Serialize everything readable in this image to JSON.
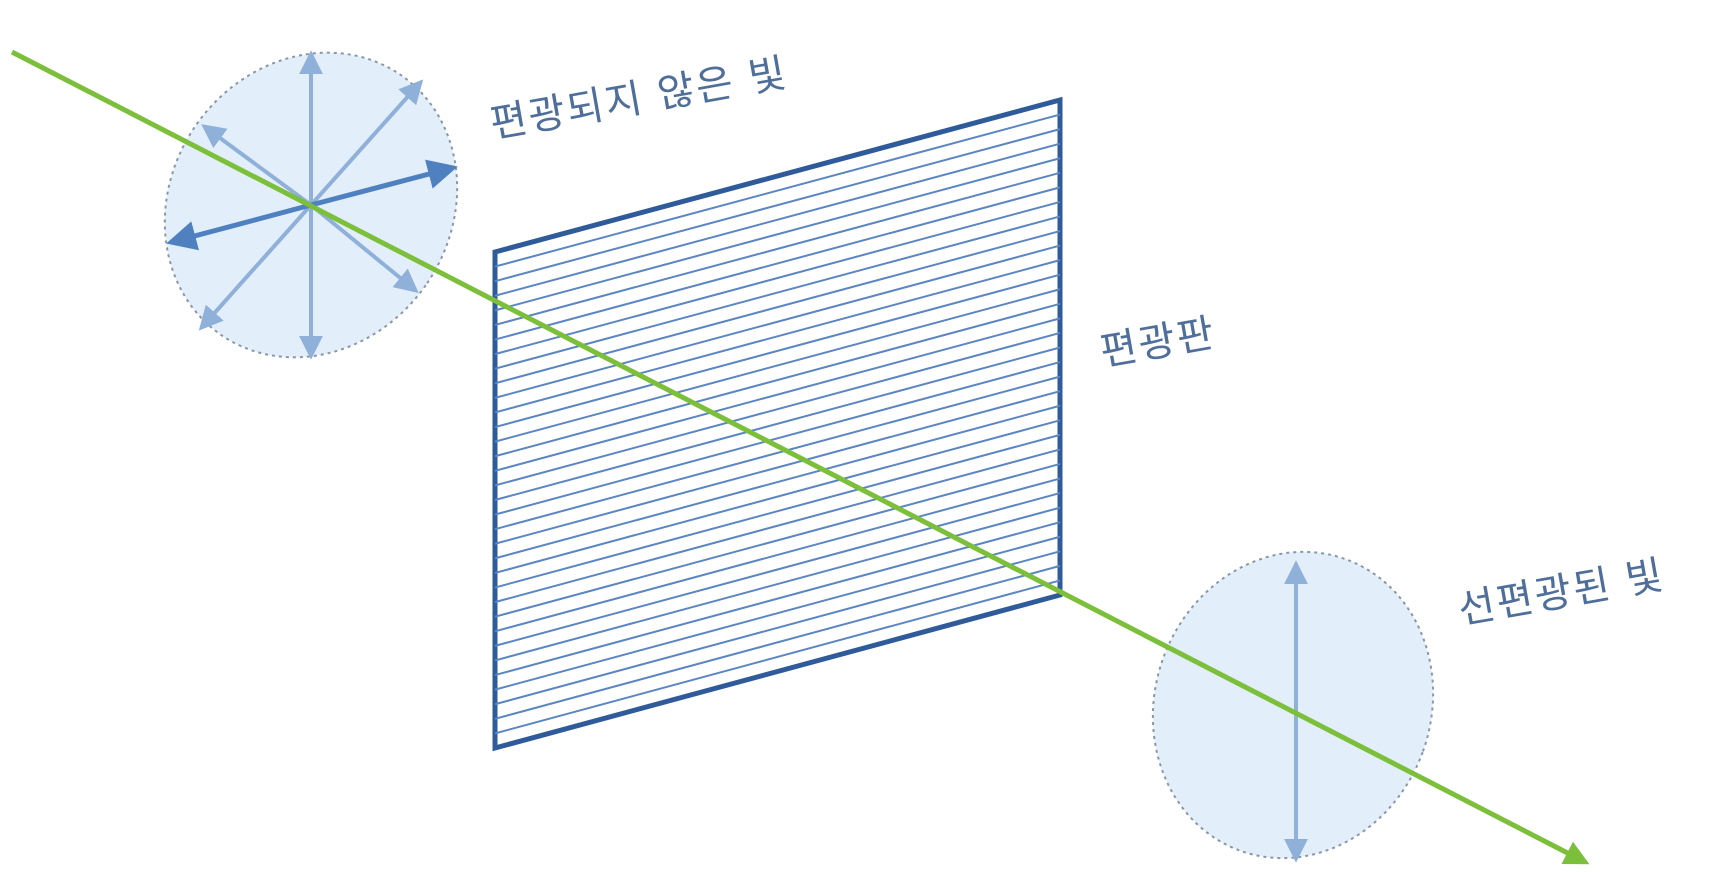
{
  "labels": {
    "unpolarized_light": "편광되지 않은 빛",
    "polarizer": "편광판",
    "linearly_polarized_light": "선편광된 빛"
  },
  "colors": {
    "beam": "#7cbf3a",
    "polarizer_frame": "#2f5b9a",
    "polarizer_lines": "#5b86c2",
    "ellipse_fill": "#e3eefb",
    "ellipse_stroke": "#8a97a8",
    "arrow_light": "#8fb0d8",
    "arrow_dark": "#4f80c0",
    "label_text": "#4f6f9a"
  }
}
